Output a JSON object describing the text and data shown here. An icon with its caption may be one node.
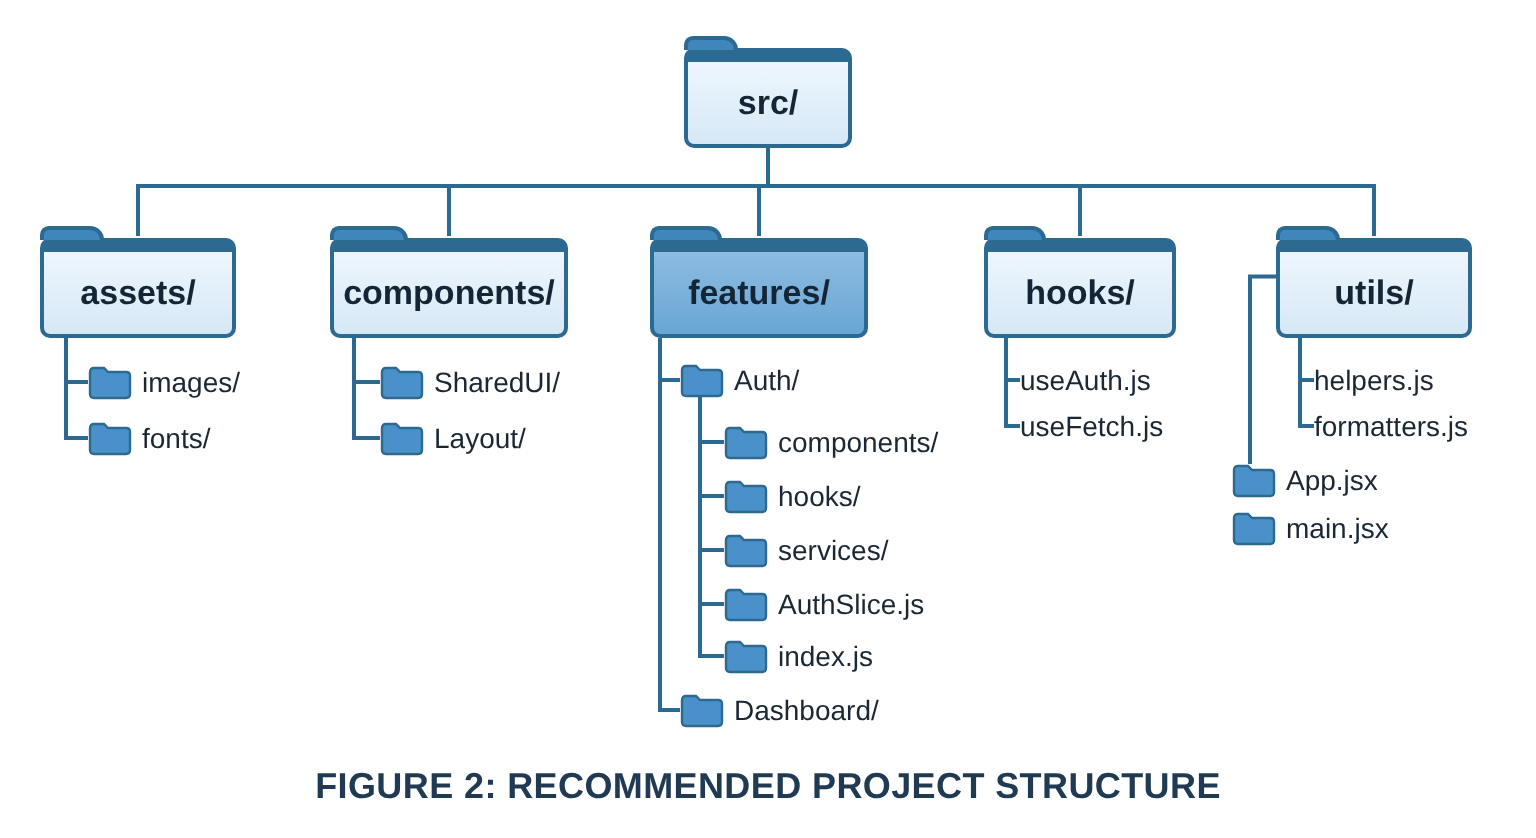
{
  "diagram": {
    "caption": "FIGURE 2: RECOMMENDED PROJECT STRUCTURE",
    "nodes": [
      {
        "text": [
          "src/"
        ]
      },
      {
        "text": [
          "assets/"
        ]
      },
      {
        "text": [
          "components/"
        ]
      },
      {
        "text": [
          "features/"
        ]
      },
      {
        "text": [
          "hooks/"
        ]
      },
      {
        "text": [
          "utils/"
        ]
      },
      {
        "text": [
          "images/"
        ]
      },
      {
        "text": [
          "fonts/"
        ]
      },
      {
        "text": [
          "SharedUI/"
        ]
      },
      {
        "text": [
          "Layout/"
        ]
      },
      {
        "text": [
          "Auth/"
        ]
      },
      {
        "text": [
          "components/"
        ]
      },
      {
        "text": [
          "hooks/"
        ]
      },
      {
        "text": [
          "services/"
        ]
      },
      {
        "text": [
          "AuthSlice.js"
        ]
      },
      {
        "text": [
          "index.js"
        ]
      },
      {
        "text": [
          "Dashboard/"
        ]
      },
      {
        "text": [
          "useAuth.js"
        ]
      },
      {
        "text": [
          "useFetch.js"
        ]
      },
      {
        "text": [
          "helpers.js"
        ]
      },
      {
        "text": [
          "formatters.js"
        ]
      },
      {
        "text": [
          "App.jsx"
        ]
      },
      {
        "text": [
          "main.jsx"
        ]
      }
    ],
    "edges": [
      {
        "from": 0,
        "to": 1,
        "arrow": "none"
      },
      {
        "from": 0,
        "to": 2,
        "arrow": "none"
      },
      {
        "from": 0,
        "to": 3,
        "arrow": "none"
      },
      {
        "from": 0,
        "to": 4,
        "arrow": "none"
      },
      {
        "from": 0,
        "to": 5,
        "arrow": "none"
      },
      {
        "from": 1,
        "to": 6,
        "arrow": "none"
      },
      {
        "from": 1,
        "to": 7,
        "arrow": "none"
      },
      {
        "from": 2,
        "to": 8,
        "arrow": "none"
      },
      {
        "from": 2,
        "to": 9,
        "arrow": "none"
      },
      {
        "from": 3,
        "to": 10,
        "arrow": "none"
      },
      {
        "from": 10,
        "to": 11,
        "arrow": "none"
      },
      {
        "from": 10,
        "to": 12,
        "arrow": "none"
      },
      {
        "from": 10,
        "to": 13,
        "arrow": "none"
      },
      {
        "from": 10,
        "to": 14,
        "arrow": "none"
      },
      {
        "from": 10,
        "to": 15,
        "arrow": "none"
      },
      {
        "from": 3,
        "to": 16,
        "arrow": "none"
      },
      {
        "from": 4,
        "to": 17,
        "arrow": "none"
      },
      {
        "from": 4,
        "to": 18,
        "arrow": "none"
      },
      {
        "from": 5,
        "to": 19,
        "arrow": "none"
      },
      {
        "from": 5,
        "to": 20,
        "arrow": "none"
      },
      {
        "from": 5,
        "to": 21,
        "arrow": "none"
      }
    ]
  }
}
